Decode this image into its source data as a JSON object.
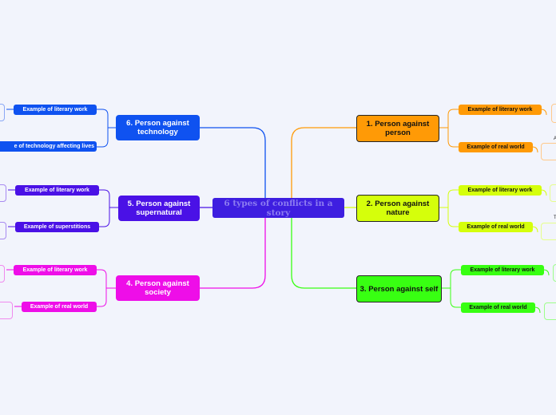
{
  "central_topic": "6 types of conflicts in a story",
  "colors": {
    "person": "#ff9a06",
    "nature": "#d5ff0b",
    "self": "#38ff12",
    "society": "#ee0ee8",
    "supernatural": "#4a11e6",
    "technology": "#0f52f0"
  },
  "topics": {
    "person": {
      "label": "1. Person against person",
      "sub1": "Example of literary work",
      "sub2": "Example of real world",
      "stub": "A"
    },
    "nature": {
      "label": "2. Person against nature",
      "sub1": "Example of literary work",
      "sub2": "Example of real world",
      "stub": "T"
    },
    "self": {
      "label": "3. Person against self",
      "sub1": "Example of literary work",
      "sub2": "Example of real world"
    },
    "society": {
      "label": "4. Person against society",
      "sub1": "Example of literary work",
      "sub2": "Example of real world"
    },
    "supernatural": {
      "label": "5. Person against supernatural",
      "sub1": "Example of literary work",
      "sub2": "Example of superstitions"
    },
    "technology": {
      "label": "6. Person against technology",
      "sub1": "Example of literary work",
      "sub2": "e of technology affecting lives"
    }
  }
}
